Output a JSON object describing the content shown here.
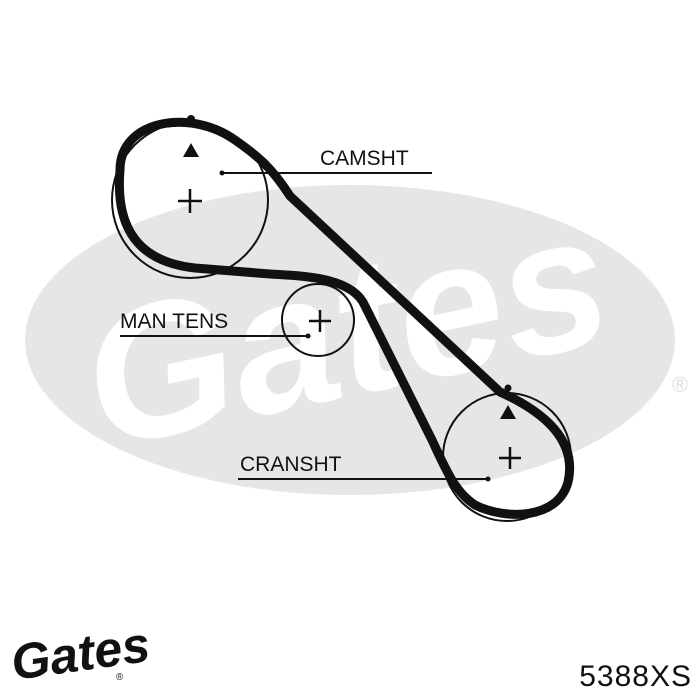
{
  "labels": {
    "camshaft": "CAMSHT",
    "tensioner": "MAN TENS",
    "crankshaft": "CRANSHT"
  },
  "watermark": {
    "text": "Gates",
    "registered_symbol": "®"
  },
  "footer": {
    "logo_text": "Gates",
    "logo_registered": "®",
    "part_number": "5388XS"
  },
  "colors": {
    "belt": "#111111",
    "watermark": "#e3e3e3",
    "text": "#111111",
    "background": "#ffffff"
  },
  "icons": [
    "timing-mark-triangle-icon",
    "center-plus-icon"
  ]
}
